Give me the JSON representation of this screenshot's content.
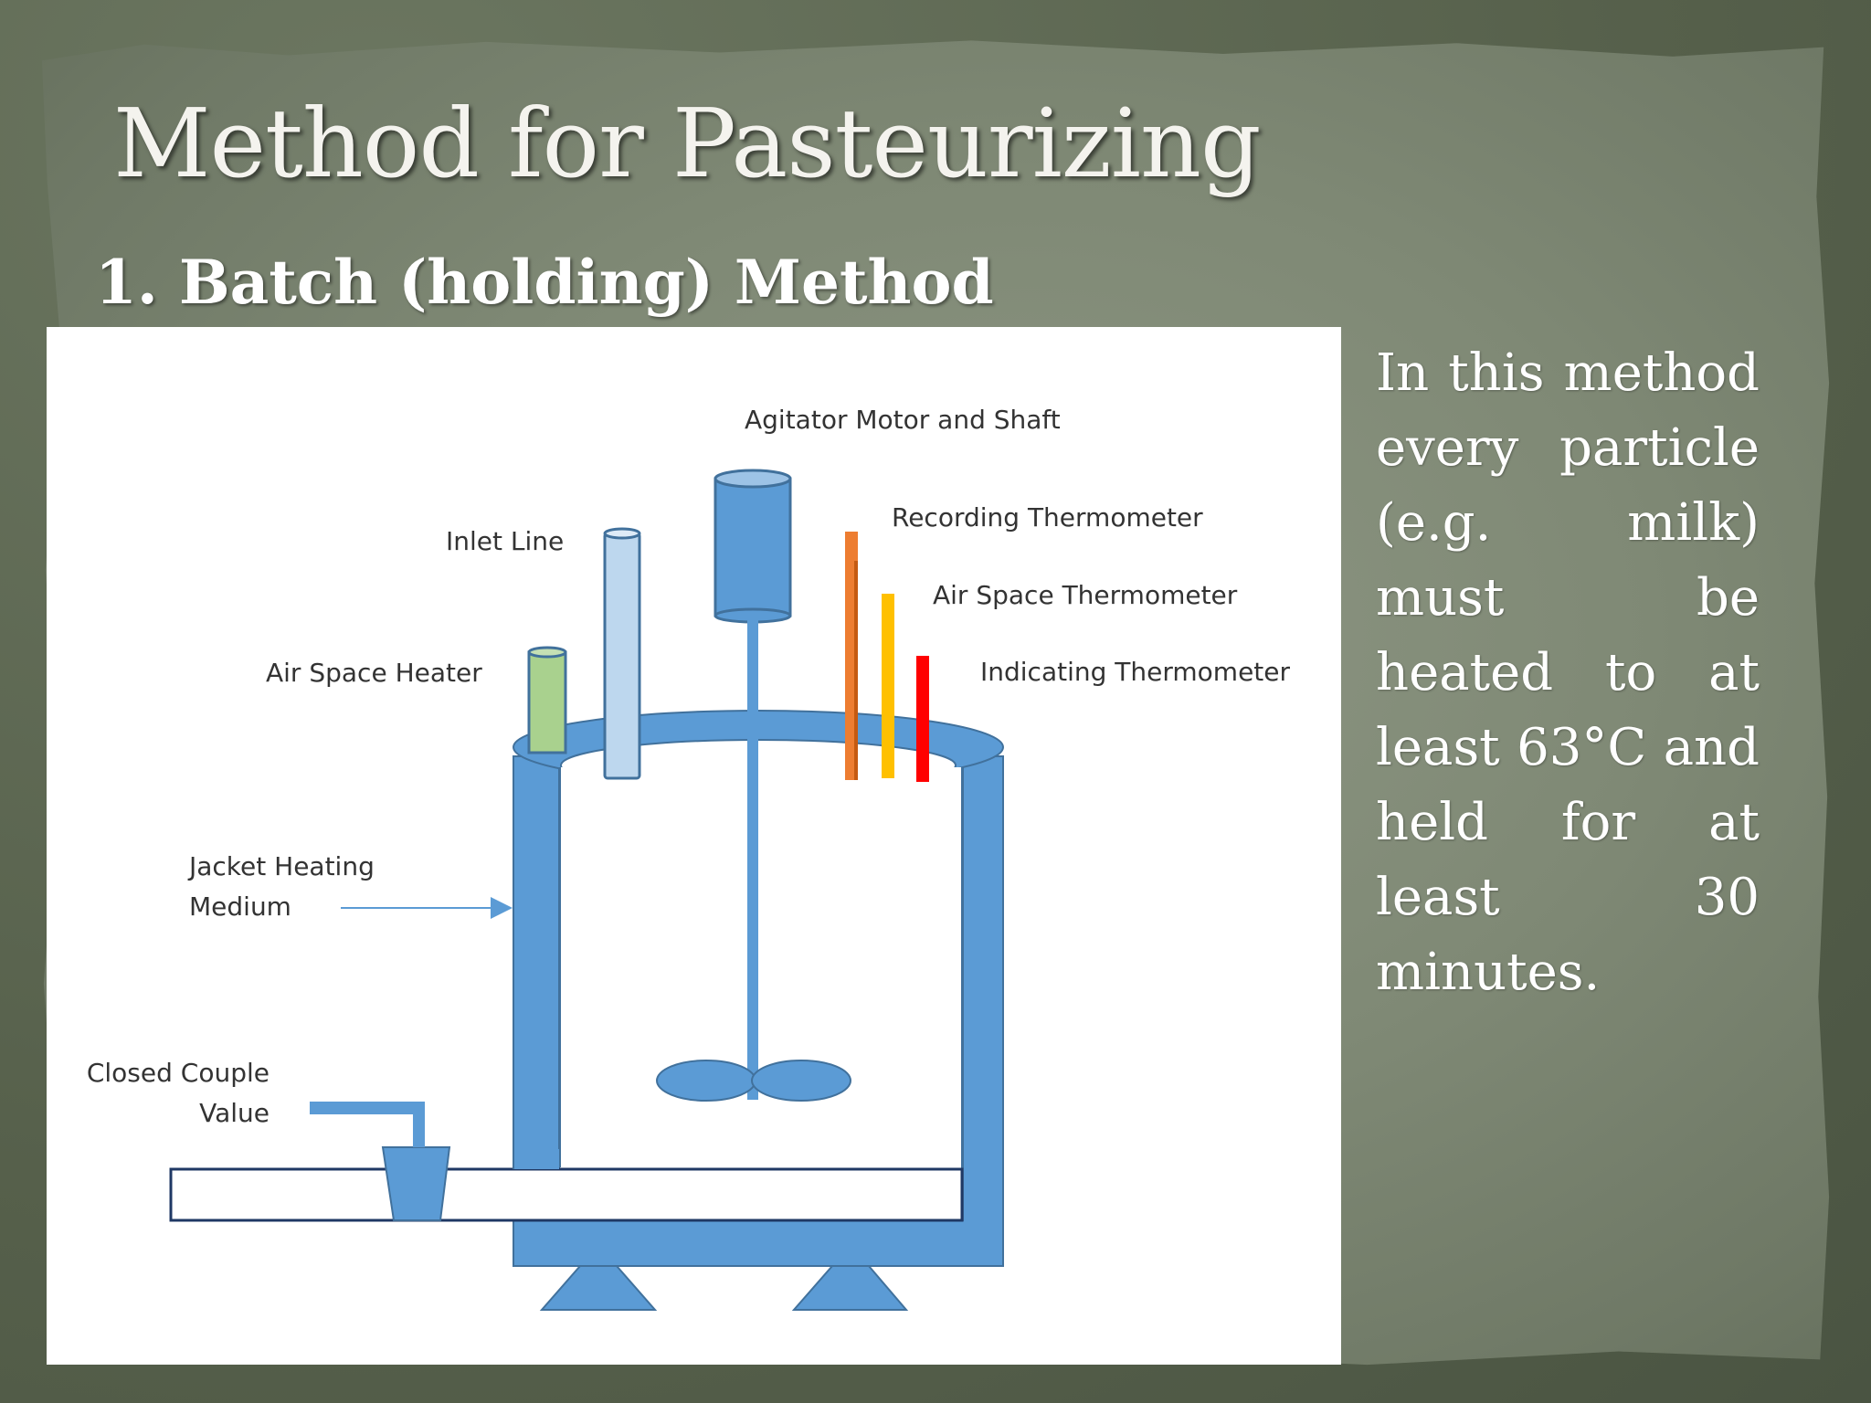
{
  "slide": {
    "title": "Method for Pasteurizing",
    "subtitle": "1. Batch (holding) Method",
    "description": "In this method every particle (e.g. milk) must be heated to at least 63°C and held for at least 30 minutes."
  },
  "diagram": {
    "labels": {
      "agitator": "Agitator Motor and Shaft",
      "recording_thermometer": "Recording Thermometer",
      "inlet_line": "Inlet Line",
      "air_space_thermometer": "Air Space Thermometer",
      "air_space_heater": "Air Space Heater",
      "indicating_thermometer": "Indicating Thermometer",
      "jacket_line1": "Jacket Heating",
      "jacket_line2": "Medium",
      "valve_line1": "Closed Couple",
      "valve_line2": "Value"
    },
    "colors": {
      "vessel": "#5b9bd5",
      "vessel_stroke": "#41719c",
      "inlet_line": "#bdd7ee",
      "air_space_heater": "#a9d18e",
      "recording_thermometer": "#ed7d31",
      "air_space_thermometer": "#ffc000",
      "indicating_thermometer": "#ff0000"
    }
  }
}
